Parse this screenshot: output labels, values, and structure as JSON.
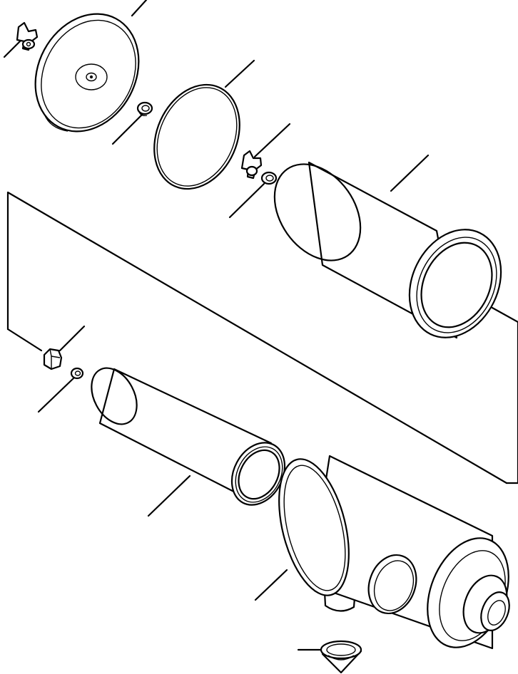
{
  "diagram": {
    "style": "exploded parts view, black line art on white",
    "colors": {
      "line": "#000000",
      "background": "#ffffff"
    },
    "parts": [
      {
        "id": "cover",
        "icon": "cover-disc-icon"
      },
      {
        "id": "cover-wing-nut",
        "icon": "wing-nut-icon"
      },
      {
        "id": "cover-washer",
        "icon": "washer-icon"
      },
      {
        "id": "cover-o-ring",
        "icon": "o-ring-icon"
      },
      {
        "id": "outer-element-wing-nut",
        "icon": "wing-nut-icon"
      },
      {
        "id": "outer-element-washer",
        "icon": "washer-icon"
      },
      {
        "id": "outer-filter-element",
        "icon": "perforated-cylinder-icon"
      },
      {
        "id": "inner-nut",
        "icon": "hex-nut-icon"
      },
      {
        "id": "inner-washer",
        "icon": "washer-icon"
      },
      {
        "id": "inner-filter-element",
        "icon": "perforated-cylinder-icon"
      },
      {
        "id": "air-cleaner-housing",
        "icon": "housing-icon"
      },
      {
        "id": "dust-cap",
        "icon": "cap-icon"
      }
    ]
  }
}
